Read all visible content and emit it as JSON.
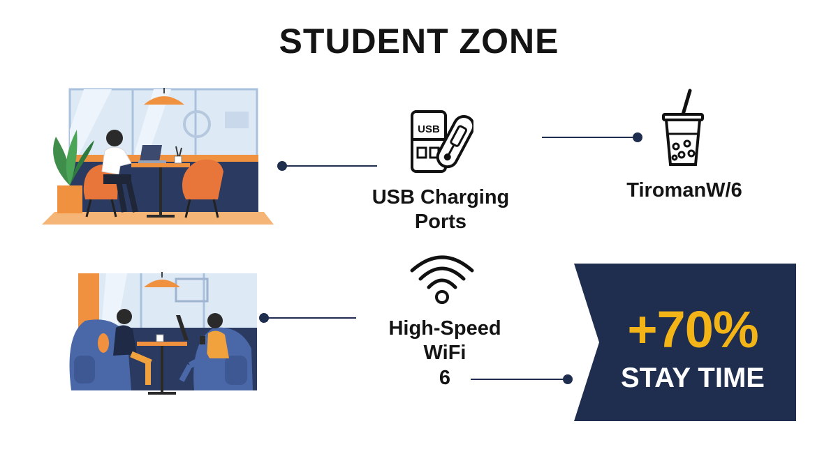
{
  "title": "STUDENT ZONE",
  "features": [
    {
      "label_lines": [
        "USB Charging",
        "Ports"
      ],
      "icon_text": "USB",
      "icon": "usb-charger-icon"
    },
    {
      "label_lines": [
        "TiromanW/6"
      ],
      "icon": "bubble-tea-icon"
    },
    {
      "label_lines": [
        "High-Speed",
        "WiFi",
        "6"
      ],
      "icon": "wifi-icon"
    }
  ],
  "stat": {
    "value": "+70%",
    "caption": "STAY TIME"
  },
  "colors": {
    "navy": "#1f2e4f",
    "accent": "#f2b416",
    "orange": "#e8763a",
    "blue": "#4a68a8",
    "text": "#141414"
  }
}
